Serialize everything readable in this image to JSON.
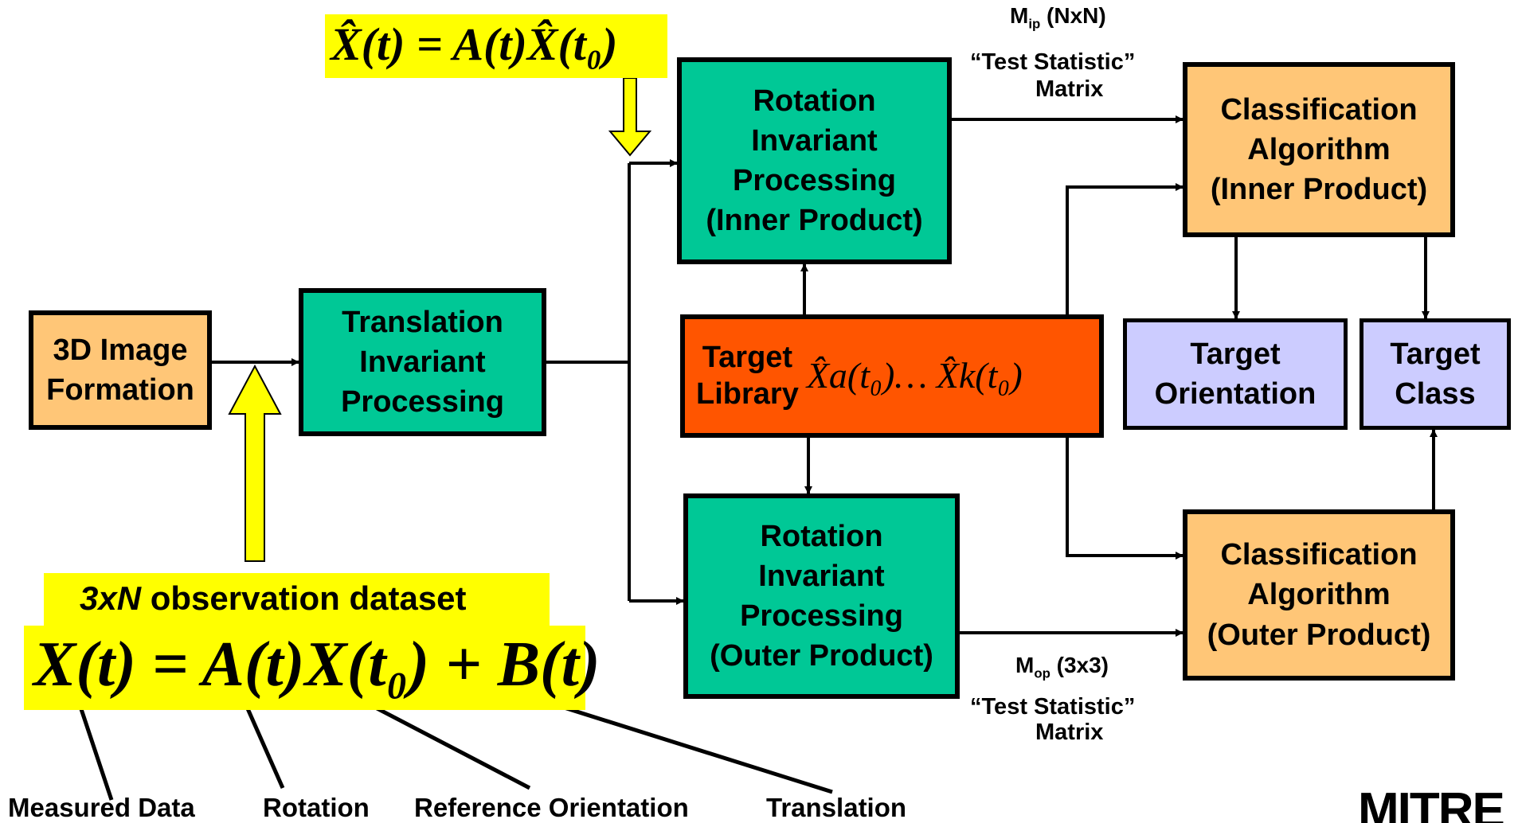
{
  "top_equation": "X̂(t) = A(t)X̂(t₀)",
  "boxes": {
    "image_formation": "3D Image\nFormation",
    "translation": "Translation\nInvariant\nProcessing",
    "rot_inner": "Rotation\nInvariant\nProcessing\n(Inner Product)",
    "rot_outer": "Rotation\nInvariant\nProcessing\n(Outer Product)",
    "target_library_label": "Target\nLibrary",
    "target_library_math": "X̂a(t₀)… X̂k(t₀)",
    "class_inner": "Classification\nAlgorithm\n(Inner Product)",
    "class_outer": "Classification\nAlgorithm\n(Outer Product)",
    "target_orientation": "Target\nOrientation",
    "target_class": "Target\nClass"
  },
  "labels": {
    "mip": "M",
    "mip_sub": "ip",
    "mip_dim": " (NxN)",
    "mop": "M",
    "mop_sub": "op",
    "mop_dim": " (3x3)",
    "test_stat": "“Test Statistic”",
    "matrix": "Matrix"
  },
  "observation": {
    "title_italic": "3xN",
    "title_rest": " observation dataset",
    "equation": "X(t) = A(t)X(t₀) + B(t)"
  },
  "bottom_labels": [
    "Measured Data",
    "Rotation",
    "Reference Orientation",
    "Translation"
  ],
  "logo": "MITRE",
  "colors": {
    "orange": "#FFC677",
    "teal": "#00C896",
    "red": "#FF5500",
    "lavender": "#CCCCFF",
    "yellow": "#FFFF00"
  }
}
